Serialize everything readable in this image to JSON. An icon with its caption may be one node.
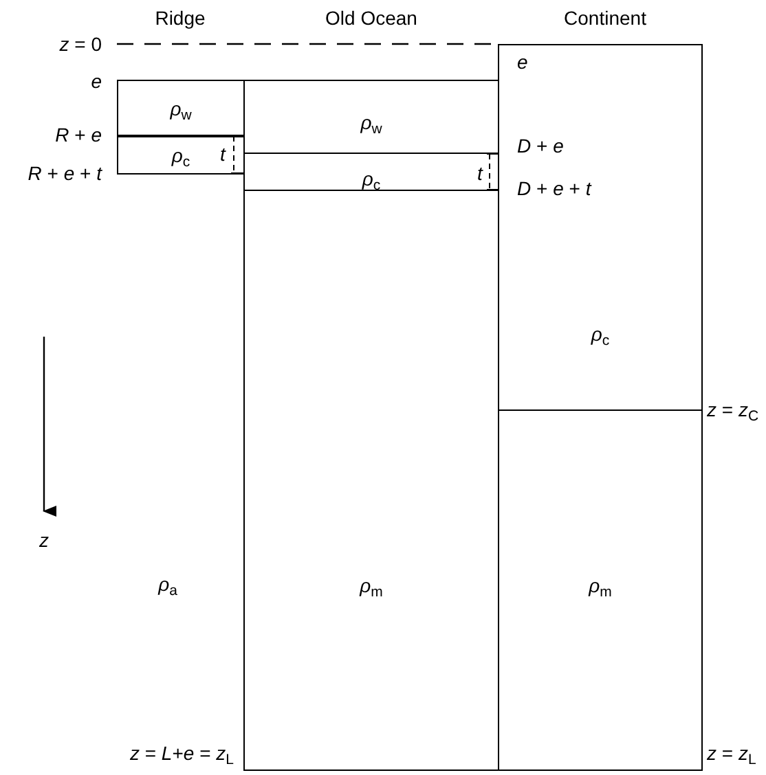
{
  "diagram": {
    "nodes": [
      {
        "text": [
          "*ρ*$_{w}$"
        ]
      },
      {
        "text": [
          "*ρ*$_{c}$"
        ]
      },
      {
        "text": [
          "*ρ*$_{w}$"
        ]
      },
      {
        "text": [
          "*ρ*$_{c}$"
        ]
      },
      {
        "text": [
          "*ρ*$_{m}$"
        ]
      },
      {
        "text": [
          "*ρ*$_{c}$"
        ]
      },
      {
        "text": [
          "*ρ*$_{m}$"
        ]
      }
    ],
    "labels": [
      "Ridge",
      "Old Ocean",
      "Continent",
      "*z* = 0",
      "*e*",
      "*e*",
      "*R* + *e*",
      "*D* + *e*",
      "*t*",
      "*R* + *e* + *t*",
      "*t*",
      "*D* + *e* + *t*",
      "*z* = *z*$_{C}$",
      "*z*",
      "*ρ*$_{a}$",
      "*z* = *L*+*e* = *z*$_{L}$",
      "*z* = *z*$_{L}$"
    ]
  }
}
